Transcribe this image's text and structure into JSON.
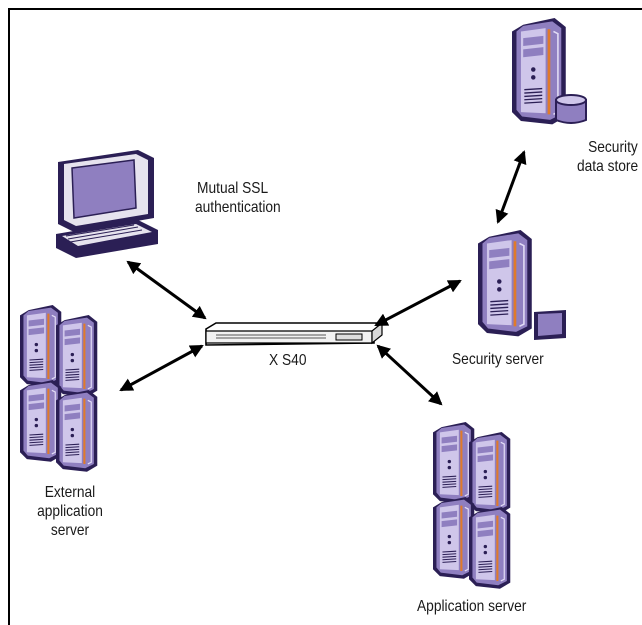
{
  "labels": {
    "mutual_ssl_line1": "Mutual SSL",
    "mutual_ssl_line2": "authentication",
    "security_data_store_line1": "Security",
    "security_data_store_line2": "data store",
    "appliance": "X S40",
    "security_server": "Security server",
    "external_app_line1": "External",
    "external_app_line2": "application",
    "external_app_line3": "server",
    "application_server": "Application server"
  },
  "colors": {
    "server_purple": "#8f7fc0",
    "server_dark": "#2b1f55",
    "server_light": "#cfc6ea",
    "accent_orange": "#e07a2a",
    "arrow": "#000000"
  }
}
